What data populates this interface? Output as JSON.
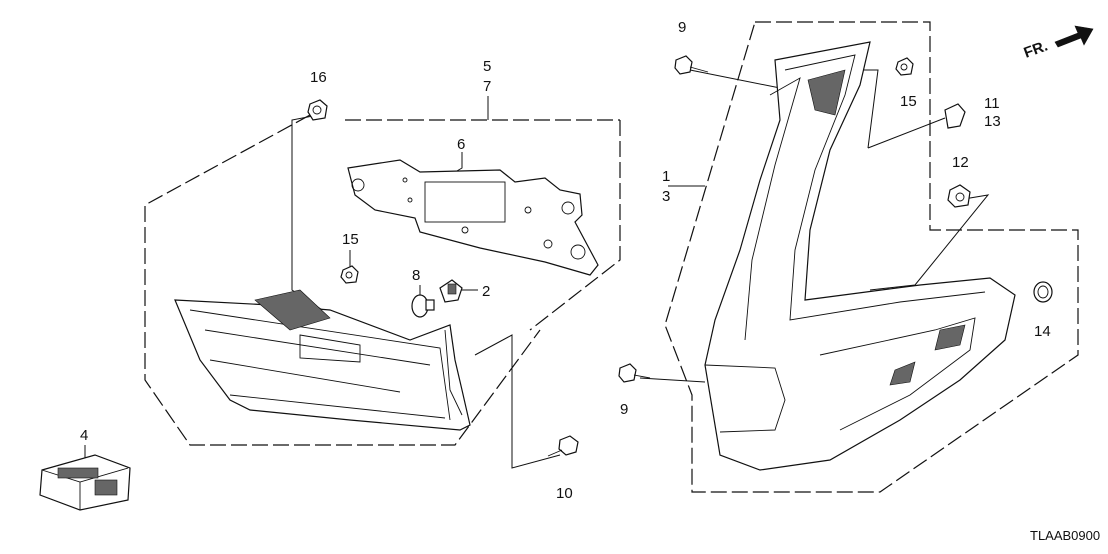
{
  "diagram": {
    "direction_indicator": {
      "label": "FR.",
      "icon": "front-direction-arrow-icon"
    },
    "diagram_code": "TLAAB0900",
    "callouts": {
      "c1": "1",
      "c2": "2",
      "c3": "3",
      "c4": "4",
      "c5": "5",
      "c6": "6",
      "c7": "7",
      "c8": "8",
      "c9a": "9",
      "c9b": "9",
      "c10": "10",
      "c11": "11",
      "c12": "12",
      "c13": "13",
      "c14": "14",
      "c15a": "15",
      "c15b": "15",
      "c16": "16"
    }
  }
}
